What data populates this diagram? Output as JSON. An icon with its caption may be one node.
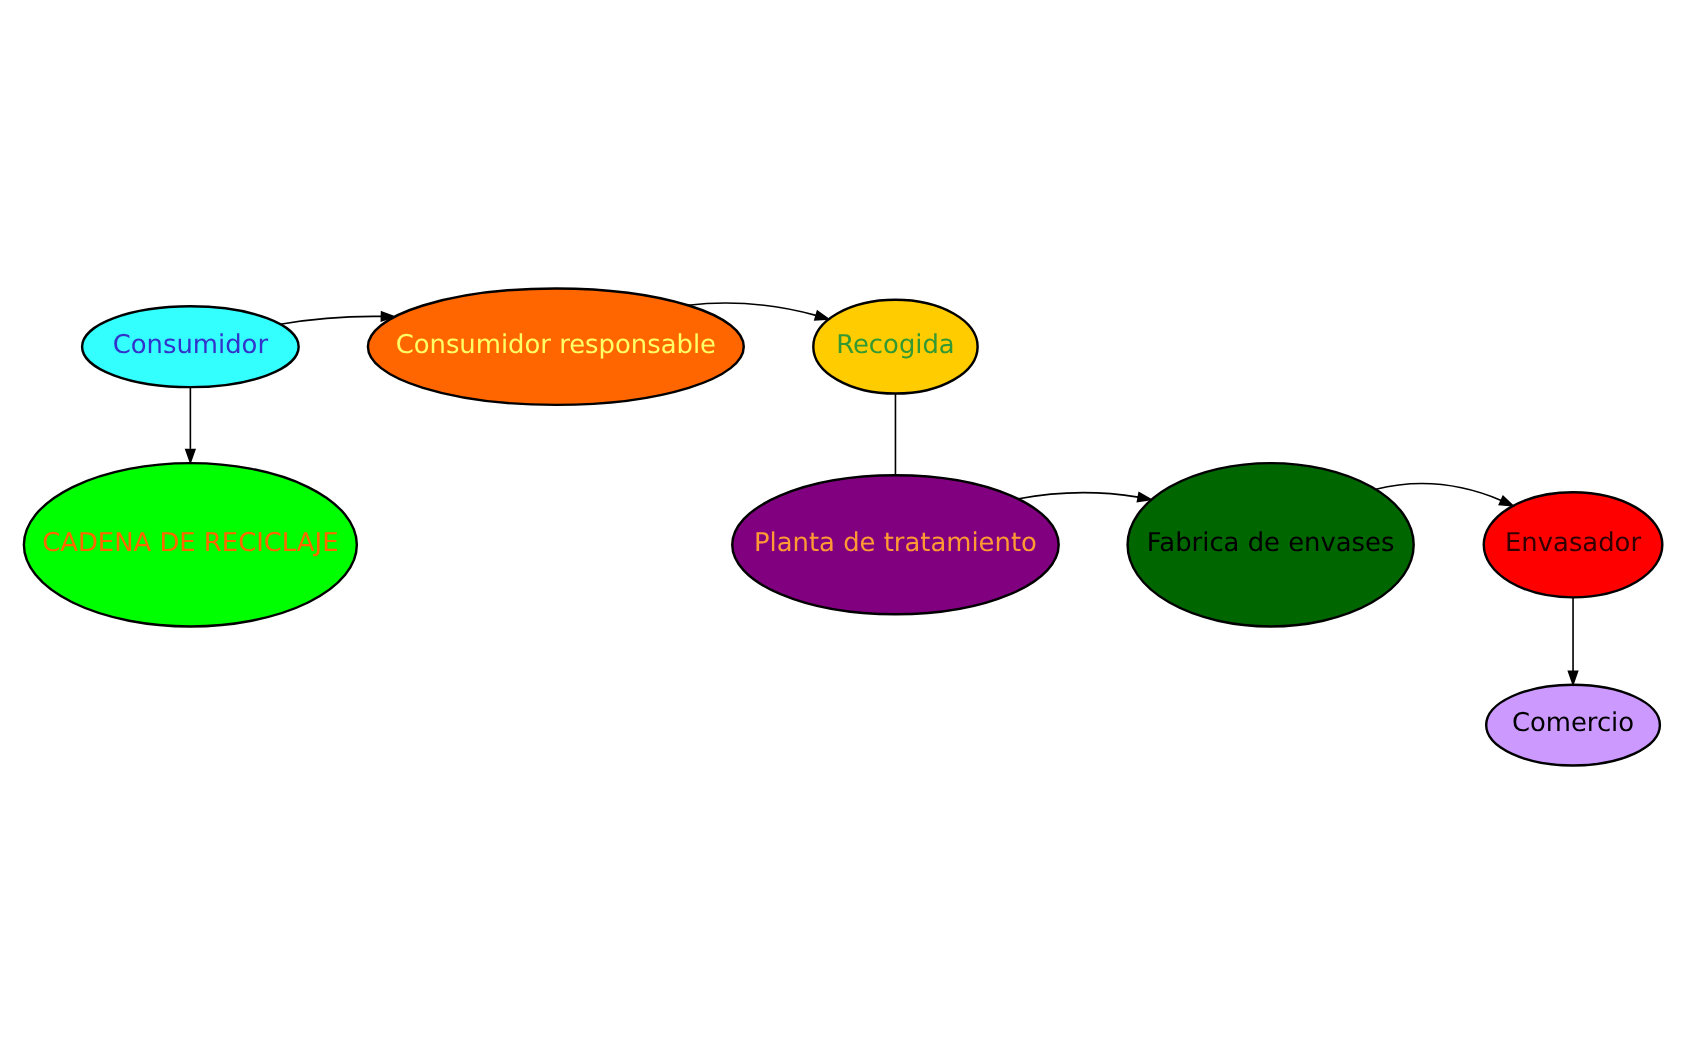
{
  "diagram": {
    "nodes": [
      {
        "text": [
          "CADENA DE RECICLAJE"
        ]
      },
      {
        "text": [
          "Consumidor"
        ]
      },
      {
        "text": [
          "Consumidor responsable"
        ]
      },
      {
        "text": [
          "Recogida"
        ]
      },
      {
        "text": [
          "Planta de tratamiento"
        ]
      },
      {
        "text": [
          "Fabrica de envases"
        ]
      },
      {
        "text": [
          "Envasador"
        ]
      },
      {
        "text": [
          "Comercio"
        ]
      }
    ],
    "edges": [
      {
        "from": 1,
        "to": 0,
        "arrow": "to"
      },
      {
        "from": 1,
        "to": 2,
        "arrow": "to"
      },
      {
        "from": 2,
        "to": 3,
        "arrow": "to"
      },
      {
        "from": 3,
        "to": 4,
        "arrow": "none"
      },
      {
        "from": 4,
        "to": 5,
        "arrow": "to"
      },
      {
        "from": 5,
        "to": 6,
        "arrow": "to"
      },
      {
        "from": 6,
        "to": 7,
        "arrow": "to"
      }
    ]
  }
}
